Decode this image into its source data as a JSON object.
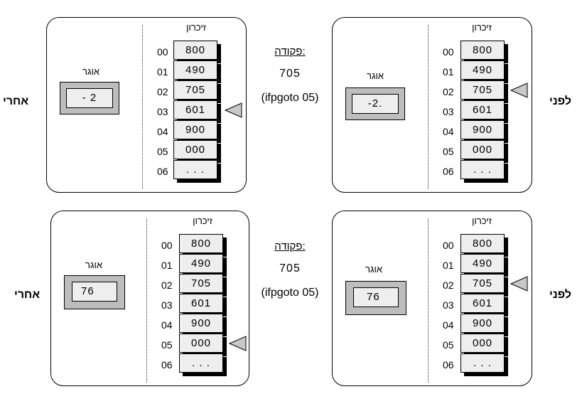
{
  "rows": [
    {
      "after": {
        "side_label": "אחרי",
        "memory_title": "זיכרון",
        "accumulator_label": "אוגר",
        "accumulator_value": "- 2",
        "pointer_row": 3,
        "cells": [
          {
            "addr": "00",
            "value": "800"
          },
          {
            "addr": "01",
            "value": "490"
          },
          {
            "addr": "02",
            "value": "705"
          },
          {
            "addr": "03",
            "value": "601"
          },
          {
            "addr": "04",
            "value": "900"
          },
          {
            "addr": "05",
            "value": "000"
          },
          {
            "addr": "06",
            "value": ". . ."
          }
        ]
      },
      "command": {
        "label": "פקודה:",
        "code": "705",
        "text": "(ifpgoto 05)"
      },
      "before": {
        "side_label": "לפני",
        "memory_title": "זיכרון",
        "accumulator_label": "אוגר",
        "accumulator_value": "-2.",
        "pointer_row": 2,
        "cells": [
          {
            "addr": "00",
            "value": "800"
          },
          {
            "addr": "01",
            "value": "490"
          },
          {
            "addr": "02",
            "value": "705"
          },
          {
            "addr": "03",
            "value": "601"
          },
          {
            "addr": "04",
            "value": "900"
          },
          {
            "addr": "05",
            "value": "000"
          },
          {
            "addr": "06",
            "value": ". . ."
          }
        ]
      }
    },
    {
      "after": {
        "side_label": "אחרי",
        "memory_title": "זיכרון",
        "accumulator_label": "אוגר",
        "accumulator_value": "76",
        "pointer_row": 5,
        "cells": [
          {
            "addr": "00",
            "value": "800"
          },
          {
            "addr": "01",
            "value": "490"
          },
          {
            "addr": "02",
            "value": "705"
          },
          {
            "addr": "03",
            "value": "601"
          },
          {
            "addr": "04",
            "value": "900"
          },
          {
            "addr": "05",
            "value": "000"
          },
          {
            "addr": "06",
            "value": ". . ."
          }
        ]
      },
      "command": {
        "label": "פקודה:",
        "code": "705",
        "text": "(ifpgoto 05)"
      },
      "before": {
        "side_label": "לפני",
        "memory_title": "זיכרון",
        "accumulator_label": "אוגר",
        "accumulator_value": "76",
        "pointer_row": 2,
        "cells": [
          {
            "addr": "00",
            "value": "800"
          },
          {
            "addr": "01",
            "value": "490"
          },
          {
            "addr": "02",
            "value": "705"
          },
          {
            "addr": "03",
            "value": "601"
          },
          {
            "addr": "04",
            "value": "900"
          },
          {
            "addr": "05",
            "value": "000"
          },
          {
            "addr": "06",
            "value": ". . ."
          }
        ]
      }
    }
  ]
}
